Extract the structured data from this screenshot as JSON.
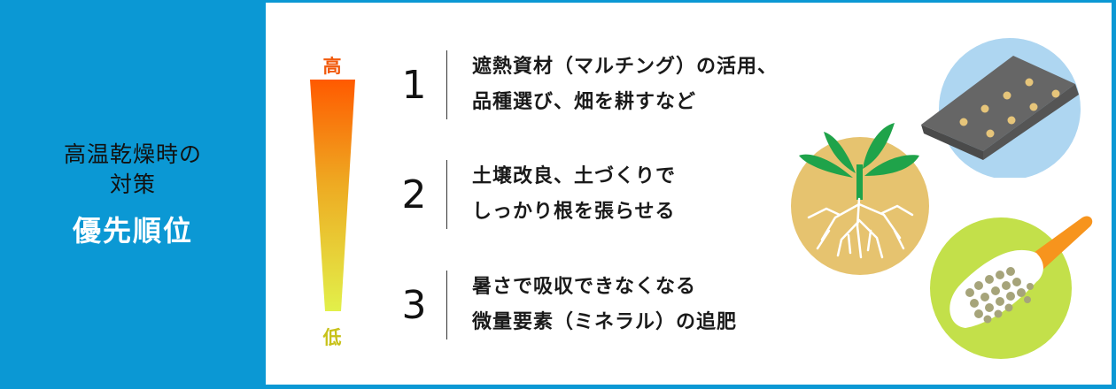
{
  "left_panel": {
    "title_line1": "高温乾燥時の",
    "title_line2": "対策",
    "subtitle": "優先順位"
  },
  "scale": {
    "high_label": "高",
    "low_label": "低",
    "colors": {
      "top": "#ff5a00",
      "bottom": "#e2f04a",
      "high_text": "#f15a0c",
      "low_text": "#c8c21a"
    }
  },
  "items": [
    {
      "number": "1",
      "line1": "遮熱資材（マルチング）の活用、",
      "line2": "品種選び、畑を耕すなど"
    },
    {
      "number": "2",
      "line1": "土壌改良、土づくりで",
      "line2": "しっかり根を張らせる"
    },
    {
      "number": "3",
      "line1": "暑さで吸収できなくなる",
      "line2": "微量要素（ミネラル）の追肥"
    }
  ],
  "illustrations": [
    {
      "name": "mulch-sheet-icon",
      "bg": "#aed6f1"
    },
    {
      "name": "seedling-roots-icon",
      "bg": "#e6c36f"
    },
    {
      "name": "trowel-fertilizer-icon",
      "bg": "#c3e04a"
    }
  ],
  "colors": {
    "brand_blue": "#0b98d4",
    "panel_bg": "#ffffff"
  }
}
